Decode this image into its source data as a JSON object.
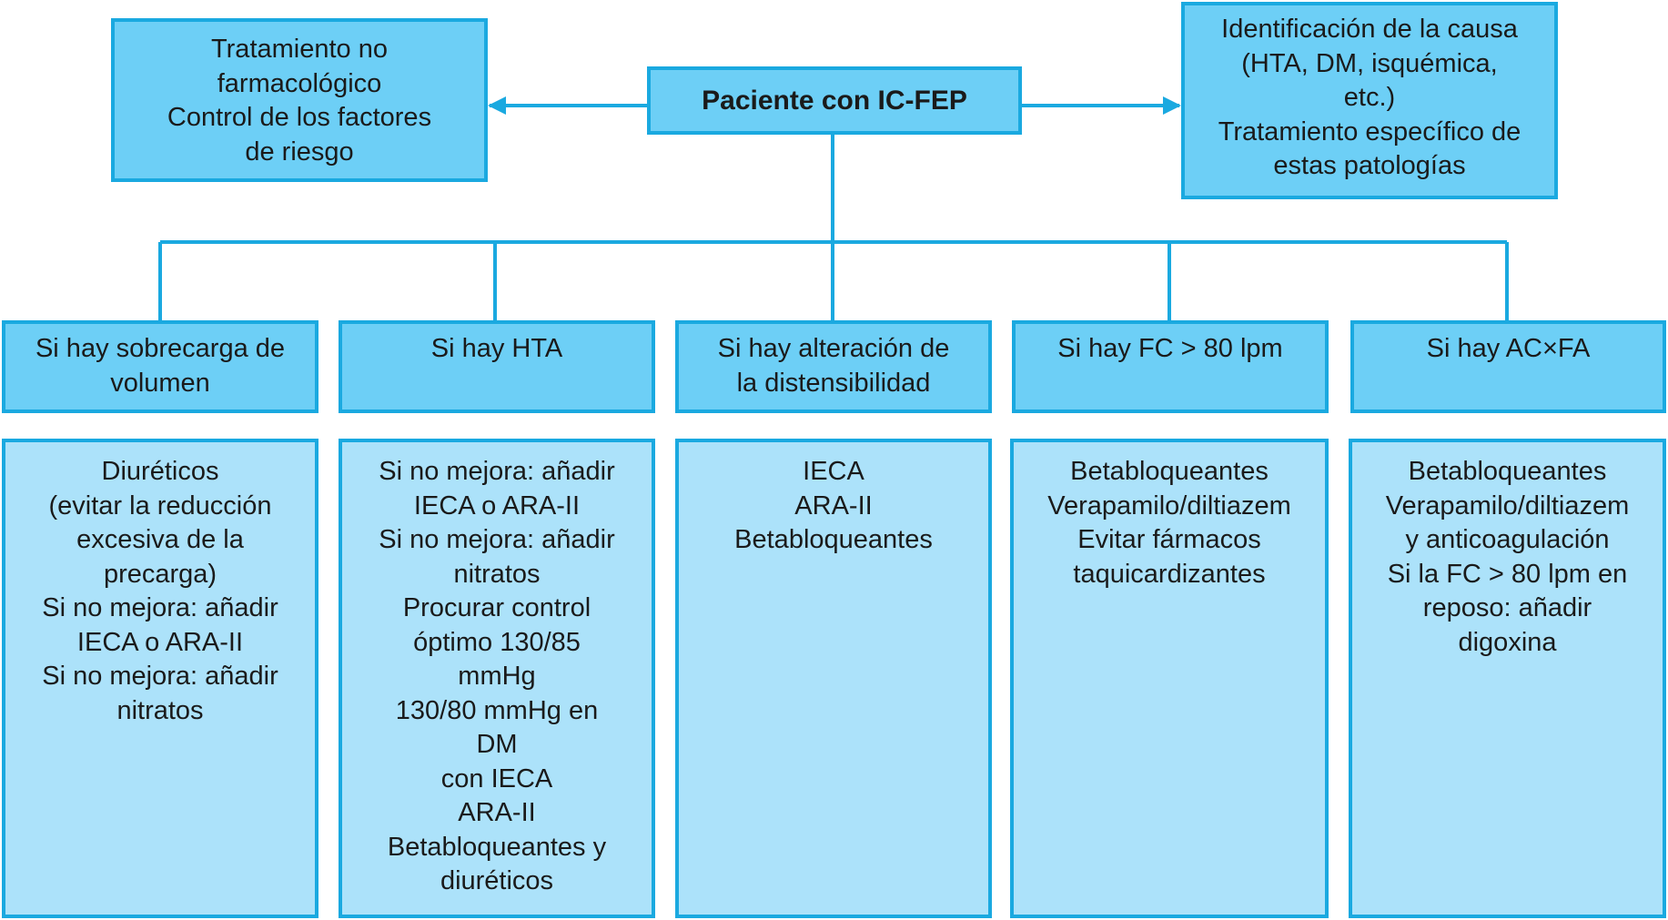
{
  "colors": {
    "border": "#1aa9e0",
    "box_dark": "#6dcff6",
    "box_light": "#ace2fa"
  },
  "center": {
    "lines": [
      "Paciente con IC-FEP"
    ]
  },
  "left": {
    "lines": [
      "Tratamiento no",
      "farmacológico",
      "Control de los factores",
      "de riesgo"
    ]
  },
  "right": {
    "lines": [
      "Identificación de la causa",
      "(HTA, DM, isquémica,",
      "etc.)",
      "Tratamiento específico de",
      "estas patologías"
    ]
  },
  "branches": [
    {
      "condition": [
        "Si hay sobrecarga de",
        "volumen"
      ],
      "treatment": [
        "Diuréticos",
        "(evitar la reducción",
        "excesiva de la",
        "precarga)",
        "Si no mejora: añadir",
        "IECA o ARA-II",
        "Si no mejora: añadir",
        "nitratos"
      ]
    },
    {
      "condition": [
        "Si hay HTA"
      ],
      "treatment": [
        "Si no mejora: añadir",
        "IECA o ARA-II",
        "Si no mejora: añadir",
        "nitratos",
        "Procurar control",
        "óptimo 130/85",
        "mmHg",
        "130/80 mmHg en",
        "DM",
        "con IECA",
        "ARA-II",
        "Betabloqueantes y",
        "diuréticos"
      ]
    },
    {
      "condition": [
        "Si hay alteración de",
        "la distensibilidad"
      ],
      "treatment": [
        "IECA",
        "ARA-II",
        "Betabloqueantes"
      ]
    },
    {
      "condition": [
        "Si hay FC > 80 lpm"
      ],
      "treatment": [
        "Betabloqueantes",
        "Verapamilo/diltiazem",
        "Evitar fármacos",
        "taquicardizantes"
      ]
    },
    {
      "condition": [
        "Si hay AC×FA"
      ],
      "treatment": [
        "Betabloqueantes",
        "Verapamilo/diltiazem",
        "y anticoagulación",
        "Si la FC > 80 lpm en",
        "reposo: añadir",
        "digoxina"
      ]
    }
  ]
}
